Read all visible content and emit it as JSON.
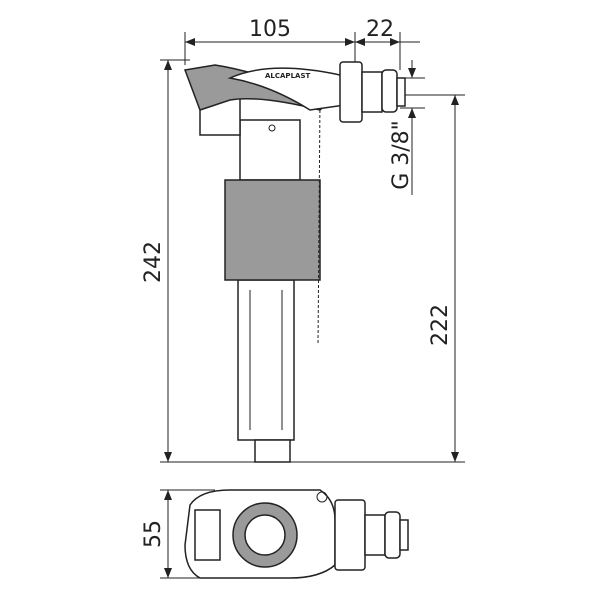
{
  "drawing": {
    "logo": "ALCAPLAST",
    "dimensions": {
      "width_body": "105",
      "width_inlet": "22",
      "thread": "G 3/8\"",
      "height_total": "242",
      "height_inlet": "222",
      "depth": "55"
    },
    "colors": {
      "line": "#222222",
      "float": "#9a9a9a"
    }
  }
}
